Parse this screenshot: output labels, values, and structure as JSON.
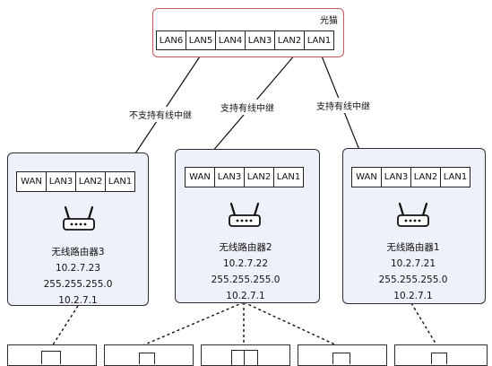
{
  "modem": {
    "title": "光猫",
    "ports": [
      "LAN6",
      "LAN5",
      "LAN4",
      "LAN3",
      "LAN2",
      "LAN1"
    ]
  },
  "edges": {
    "left_label": "不支持有线中继",
    "middle_label": "支持有线中继",
    "right_label": "支持有线中继"
  },
  "routers": [
    {
      "ports": [
        "WAN",
        "LAN3",
        "LAN2",
        "LAN1"
      ],
      "name": "无线路由器3",
      "ip": "10.2.7.23",
      "mask": "255.255.255.0",
      "gateway": "10.2.7.1"
    },
    {
      "ports": [
        "WAN",
        "LAN3",
        "LAN2",
        "LAN1"
      ],
      "name": "无线路由器2",
      "ip": "10.2.7.22",
      "mask": "255.255.255.0",
      "gateway": "10.2.7.1"
    },
    {
      "ports": [
        "WAN",
        "LAN3",
        "LAN2",
        "LAN1"
      ],
      "name": "无线路由器1",
      "ip": "10.2.7.21",
      "mask": "255.255.255.0",
      "gateway": "10.2.7.1"
    }
  ],
  "icons": {
    "router": "wireless-router-icon"
  },
  "colors": {
    "modem_border": "#c8585c",
    "box_fill": "#eef1f9",
    "stroke": "#2a2e37"
  }
}
